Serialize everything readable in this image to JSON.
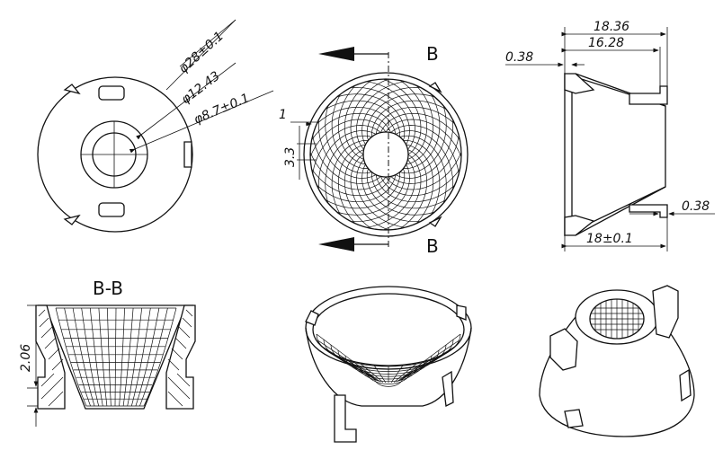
{
  "dimensions": {
    "outer_diameter": "φ28±0.1",
    "mid_diameter": "φ12.43",
    "inner_diameter": "φ8.7±0.1",
    "width_1": "1",
    "height_3_3": "3.3",
    "total_width": "18.36",
    "inner_width": "16.28",
    "top_offset": "0.38",
    "bottom_offset": "0.38",
    "height": "18±0.1",
    "section_depth": "2.06"
  },
  "section": {
    "marker_top": "B",
    "marker_bottom": "B",
    "section_title": "B-B"
  }
}
